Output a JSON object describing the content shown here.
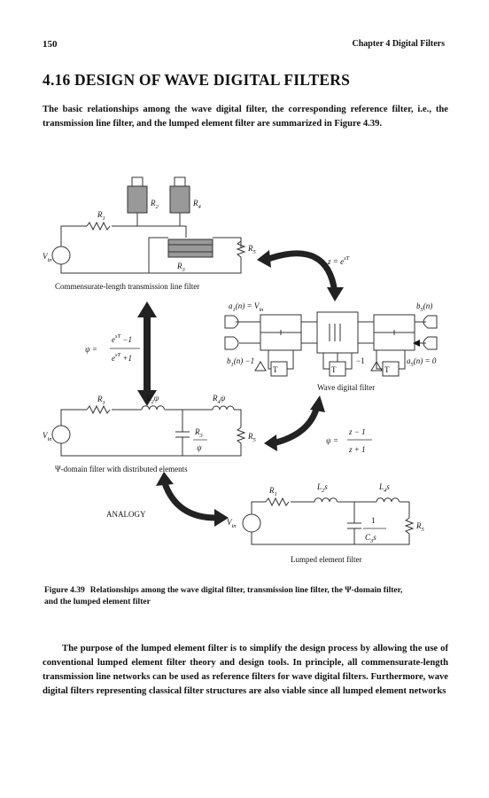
{
  "header": {
    "page_number": "150",
    "running_title": "Chapter 4  Digital Filters"
  },
  "section": {
    "title": "4.16  DESIGN OF WAVE DIGITAL FILTERS"
  },
  "intro": "The basic relationships among the wave digital filter, the corresponding reference filter, i.e., the transmission line filter, and the lumped element filter are summarized in Figure 4.39.",
  "figure": {
    "tl_filter": {
      "caption": "Commensurate-length transmission line filter",
      "r1": "R",
      "r1_sub": "1",
      "r2": "R",
      "r2_sub": "2",
      "r3": "R",
      "r3_sub": "3",
      "r4": "R",
      "r4_sub": "4",
      "r5": "R",
      "r5_sub": "5",
      "vin": "V",
      "vin_sub": "in"
    },
    "psi_filter": {
      "caption": "Ψ-domain filter with distributed elements",
      "r1": "R",
      "r1_sub": "1",
      "r2": "R",
      "r2_sub": "2",
      "r2_suffix": "ψ",
      "r4": "R",
      "r4_sub": "4",
      "r4_suffix": "ψ",
      "r3": "R",
      "r3_sub": "3",
      "r3_den": "ψ",
      "r5": "R",
      "r5_sub": "5",
      "vin": "V",
      "vin_sub": "in"
    },
    "wdf": {
      "caption": "Wave digital filter",
      "a1": "a",
      "a1_sub": "1",
      "a1_rest": "(n) = V",
      "a1_in": "in",
      "b5": "b",
      "b5_sub": "5",
      "b5_rest": "(n)",
      "b1": "b",
      "b1_sub": "1",
      "b1_rest": "(n) −1",
      "a5": "a",
      "a5_sub": "5",
      "a5_rest": "(n) = 0",
      "minus_one": "−1",
      "delay": "T"
    },
    "lumped": {
      "caption": "Lumped element filter",
      "r1": "R",
      "r1_sub": "1",
      "l2": "L",
      "l2_sub": "2",
      "l2_suffix": "s",
      "l4": "L",
      "l4_sub": "4",
      "l4_suffix": "s",
      "c_num": "1",
      "c3": "C",
      "c3_sub": "3",
      "c3_suffix": "s",
      "r5": "R",
      "r5_sub": "5",
      "vin": "V",
      "vin_sub": "in"
    },
    "eq_z": {
      "lhs": "z = e",
      "exp": "sT"
    },
    "eq_psi_left": {
      "lhs": "ψ  =",
      "num_a": "e",
      "num_exp": "sT",
      "num_b": " −1",
      "den_a": "e",
      "den_exp": "sT",
      "den_b": " +1"
    },
    "eq_psi_right": {
      "lhs": "ψ  =",
      "num": "z − 1",
      "den": "z + 1"
    },
    "analogy": "ANALOGY"
  },
  "caption": {
    "number": "Figure 4.39",
    "text": "Relationships among the wave digital filter, transmission line filter, the Ψ-domain filter, and the lumped element filter"
  },
  "body": "The purpose of the lumped element filter is to simplify the design process by allowing the use of conventional lumped element filter theory and design tools. In principle, all commensurate-length transmission line networks can be used as reference filters for wave digital filters. Furthermore, wave digital filters representing classical filter structures are also viable since all lumped element networks"
}
